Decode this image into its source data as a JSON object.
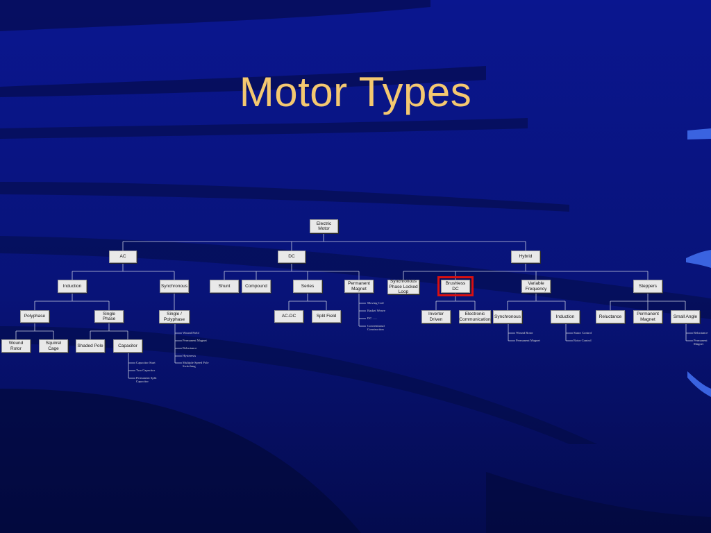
{
  "slide": {
    "title": "Motor Types",
    "highlight_color": "#d81010",
    "title_color": "#f4c870"
  },
  "tree": {
    "root": "Electric Motor",
    "ac": {
      "label": "AC",
      "induction": "Induction",
      "synchronous": "Synchronous",
      "polyphase": "Polyphase",
      "single_phase": "Single Phase",
      "single_polyphase": "Single / Polyphase",
      "wound_rotor": "Wound Rotor",
      "squirrel_cage": "Squirrel Cage",
      "shaded_pole": "Shaded Pole",
      "capacitor": "Capacitor",
      "capacitor_leaves": [
        "Capacitor Start",
        "Two Capacitor",
        "Permanent Split Capacitor"
      ],
      "sync_leaves": [
        "Wound Field",
        "Permanent Magnet",
        "Reluctance",
        "Hysteresis",
        "Multiple Speed Pole Switching"
      ]
    },
    "dc": {
      "label": "DC",
      "shunt": "Shunt",
      "compound": "Compound",
      "series": "Series",
      "permanent_magnet": "Permanent Magnet",
      "ac_dc": "AC-DC",
      "split_field": "Split Field",
      "pm_leaves": [
        "Moving Coil",
        "Basket Weave",
        "DC ......",
        "Conventional Construction"
      ]
    },
    "hybrid": {
      "label": "Hybrid",
      "sync_pll": "Synchronous Phase Locked Loop",
      "brushless_dc": "Brushless DC",
      "variable_frequency": "Variable Frequency",
      "steppers": "Steppers",
      "inverter_driven": "Inverter Driven",
      "electronic_communication": "Electronic Communication",
      "vf_synchronous": "Synchronous",
      "vf_induction": "Induction",
      "reluctance": "Reluctance",
      "permanent_magnet": "Permanent Magnet",
      "small_angle": "Small Angle",
      "vf_sync_leaves": [
        "Wound Rotor",
        "Permanent Magnet"
      ],
      "vf_ind_leaves": [
        "Stator Control",
        "Rotor Control"
      ],
      "small_angle_leaves": [
        "Reluctance",
        "Permanent Magnet"
      ]
    }
  }
}
